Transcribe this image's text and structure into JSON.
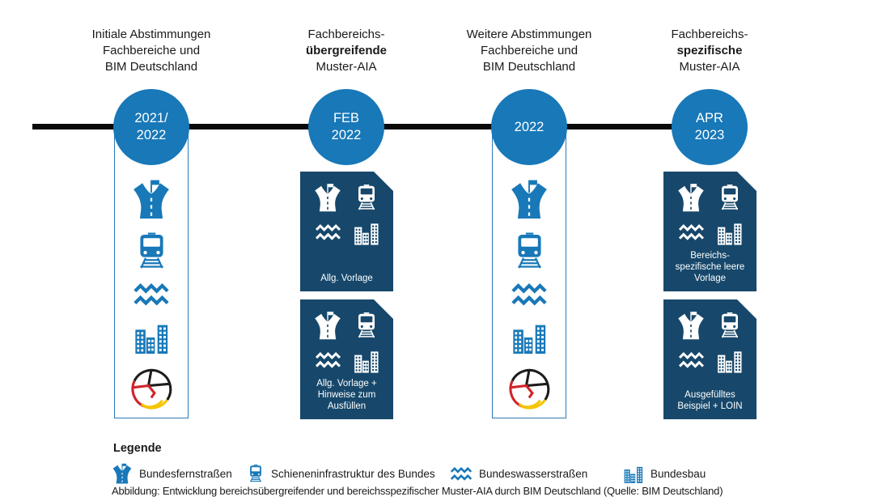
{
  "columns": [
    {
      "header_lines": [
        "Initiale Abstimmungen",
        "Fachbereiche und",
        "BIM Deutschland"
      ],
      "date_lines": [
        "2021/",
        "2022"
      ],
      "content": "department-icon-stack"
    },
    {
      "header_lines": [
        "Fachbereichs-",
        "übergreifende",
        "Muster-AIA"
      ],
      "date_lines": [
        "FEB",
        "2022"
      ],
      "content": "documents",
      "docs": [
        {
          "label_lines": [
            "Allg. Vorlage"
          ]
        },
        {
          "label_lines": [
            "Allg. Vorlage +",
            "Hinweise zum",
            "Ausfüllen"
          ]
        }
      ]
    },
    {
      "header_lines": [
        "Weitere Abstimmungen",
        "Fachbereiche und",
        "BIM Deutschland"
      ],
      "date_lines": [
        "2022"
      ],
      "content": "department-icon-stack"
    },
    {
      "header_lines": [
        "Fachbereichs-",
        "spezifische",
        "Muster-AIA"
      ],
      "date_lines": [
        "APR",
        "2023"
      ],
      "content": "documents",
      "docs": [
        {
          "label_lines": [
            "Bereichs-",
            "spezifische leere",
            "Vorlage"
          ]
        },
        {
          "label_lines": [
            "Ausgefülltes",
            "Beispiel + LOIN"
          ]
        }
      ]
    }
  ],
  "icons": {
    "road": "road-icon",
    "train": "train-icon",
    "waves": "waves-icon",
    "buildings": "buildings-icon",
    "bim_logo": "bim-deutschland-logo-icon"
  },
  "legend": {
    "title": "Legende",
    "items": [
      {
        "icon": "road-icon",
        "label": "Bundesfernstraßen"
      },
      {
        "icon": "train-icon",
        "label": "Schieneninfrastruktur des Bundes"
      },
      {
        "icon": "waves-icon",
        "label": "Bundeswasserstraßen"
      },
      {
        "icon": "buildings-icon",
        "label": "Bundesbau"
      }
    ]
  },
  "caption": "Abbildung: Entwicklung bereichsübergreifender und bereichsspezifischer Muster-AIA durch BIM Deutschland (Quelle: BIM Deutschland)",
  "colors": {
    "accent_blue": "#1878b8",
    "dark_navy": "#17486b",
    "timeline_black": "#0a0a0a",
    "logo_black": "#1d1d1b",
    "logo_red": "#d2232a",
    "logo_gold": "#f5c400"
  }
}
